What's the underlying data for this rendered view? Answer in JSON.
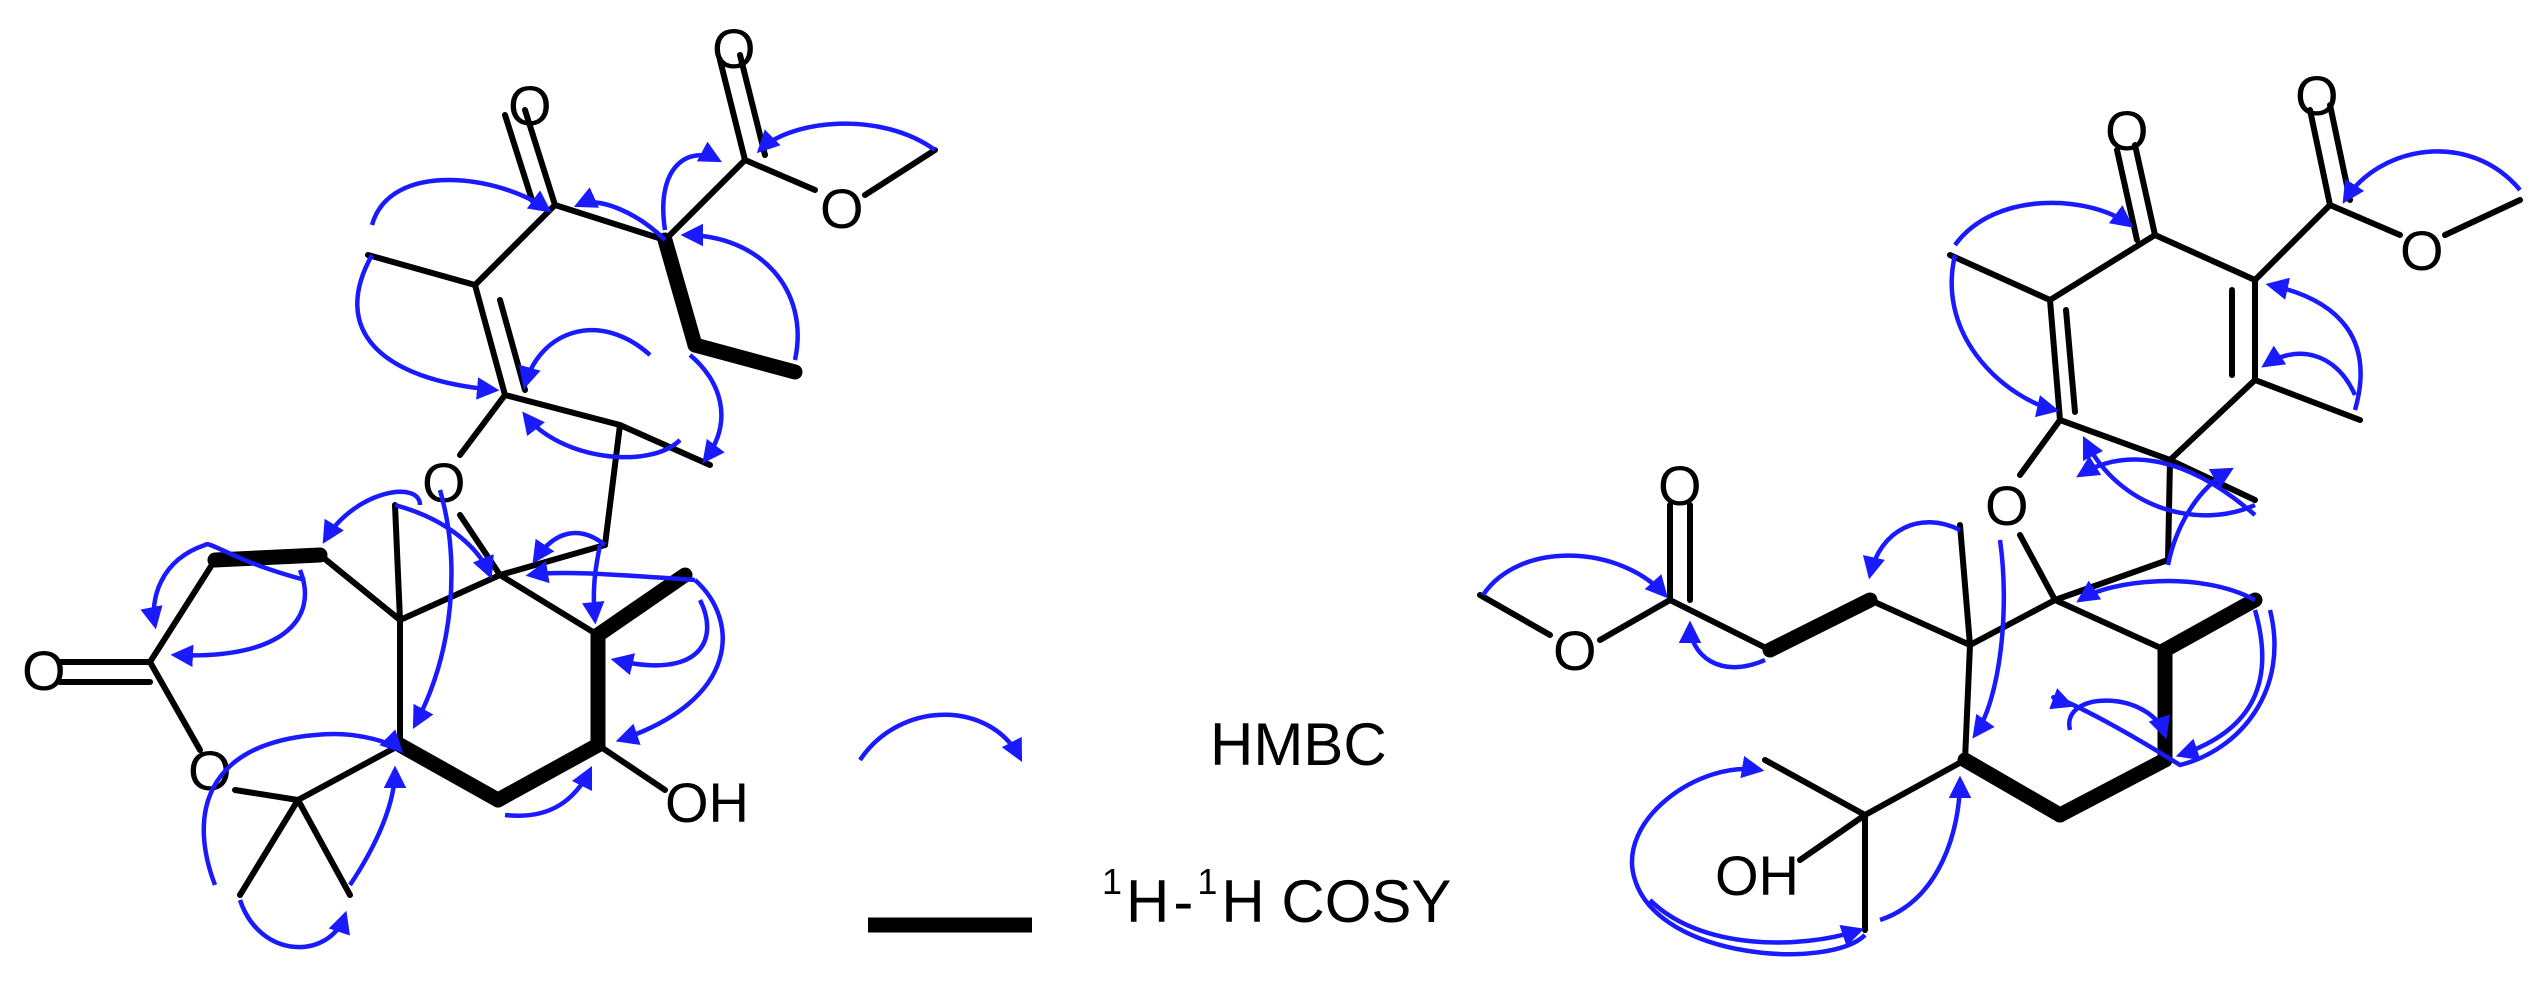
{
  "atom_labels": {
    "oxygen": "O",
    "hydroxyl": "OH"
  },
  "legend": {
    "hmbc": "HMBC",
    "cosy_superscript": "1",
    "cosy_h": "H",
    "cosy_dash_h": "-",
    "cosy_rest": "H COSY"
  },
  "colors": {
    "hmbc_arrow": "#1a1aff",
    "bond": "#000000"
  }
}
